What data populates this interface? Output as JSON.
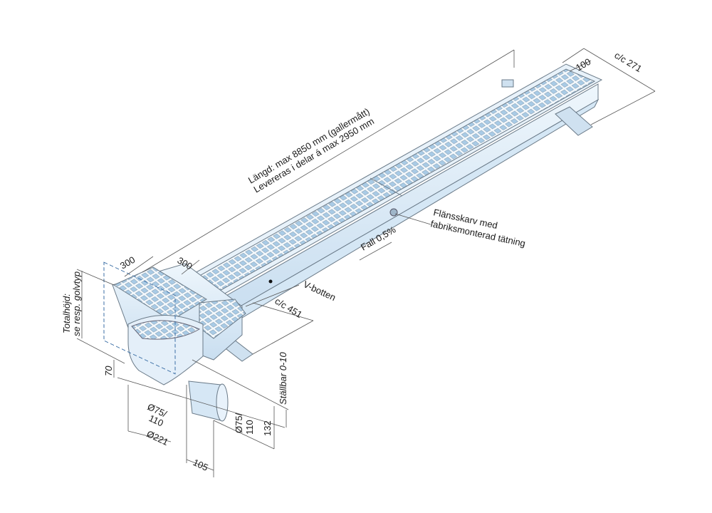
{
  "labels": {
    "length_line1": "Längd: max 8850 mm (gallermått)",
    "length_line2": "Levereras i delar á max 2950 mm",
    "cc271": "c/c 271",
    "w100": "100",
    "flange_line1": "Flänsskarv med",
    "flange_line2": "fabriksmonterad tätning",
    "fall": "Fall 0,5%",
    "w300a": "300",
    "w300b": "300",
    "vbotten": "V-botten",
    "cc451": "c/c 451",
    "total_line1": "Totalhöjd:",
    "total_line2": "se resp. golvtyp",
    "h70": "70",
    "adjustable": "Ställbar 0-10",
    "d75_110_a": "Ø75/",
    "d75_110_a2": "110",
    "d75_110_b": "Ø75/",
    "d75_110_b2": "110",
    "h132": "132",
    "d221": "Ø221",
    "w105": "105"
  },
  "colors": {
    "body": "#dfeef9",
    "grate": "#c8e0f2",
    "edge": "#6a7a88"
  }
}
